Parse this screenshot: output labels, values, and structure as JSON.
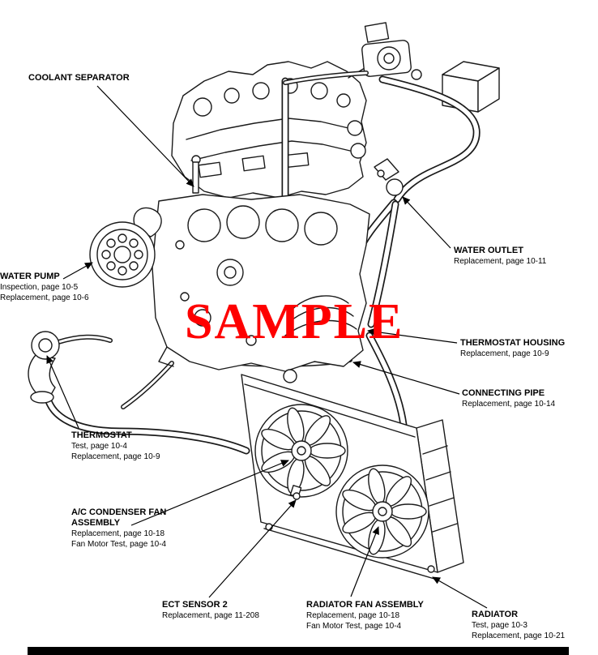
{
  "watermark": "SAMPLE",
  "colors": {
    "watermark_red": "#fe0000",
    "line_art": "#1a1a1a"
  },
  "labels": {
    "coolant_separator": {
      "title": "COOLANT SEPARATOR",
      "sub": ""
    },
    "water_pump": {
      "title": "WATER PUMP",
      "sub": "Inspection, page 10-5\nReplacement, page 10-6"
    },
    "thermostat": {
      "title": "THERMOSTAT",
      "sub": "Test, page 10-4\nReplacement, page 10-9"
    },
    "ac_condenser_fan": {
      "title": "A/C CONDENSER FAN\nASSEMBLY",
      "sub": "Replacement, page 10-18\nFan Motor Test, page 10-4"
    },
    "ect_sensor": {
      "title": "ECT SENSOR 2",
      "sub": "Replacement, page 11-208"
    },
    "radiator_fan": {
      "title": "RADIATOR FAN ASSEMBLY",
      "sub": "Replacement, page 10-18\nFan Motor Test, page 10-4"
    },
    "radiator": {
      "title": "RADIATOR",
      "sub": "Test, page 10-3\nReplacement, page 10-21"
    },
    "water_outlet": {
      "title": "WATER OUTLET",
      "sub": "Replacement, page 10-11"
    },
    "thermostat_housing": {
      "title": "THERMOSTAT HOUSING",
      "sub": "Replacement, page 10-9"
    },
    "connecting_pipe": {
      "title": "CONNECTING PIPE",
      "sub": "Replacement, page 10-14"
    }
  }
}
